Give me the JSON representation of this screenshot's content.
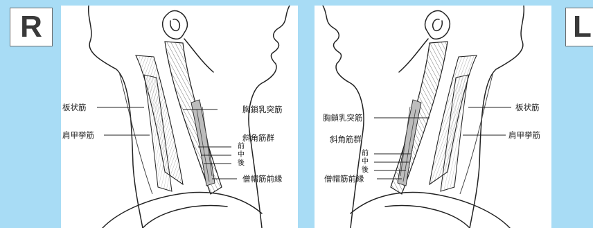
{
  "badges": {
    "right": "R",
    "left": "L"
  },
  "right_view": {
    "labels": {
      "splenius": "板状筋",
      "levator": "肩甲挙筋",
      "scm": "胸鎖乳突筋",
      "scalene_group": "斜角筋群",
      "anterior": "前",
      "middle": "中",
      "posterior": "後",
      "trapezius": "僧帽筋前縁"
    }
  },
  "left_view": {
    "labels": {
      "scm": "胸鎖乳突筋",
      "scalene_group": "斜角筋群",
      "anterior": "前",
      "middle": "中",
      "posterior": "後",
      "trapezius": "僧帽筋前縁",
      "splenius": "板状筋",
      "levator": "肩甲挙筋"
    }
  },
  "colors": {
    "background": "#a8dcf5",
    "panel": "#ffffff",
    "ink": "#222222",
    "scalene_fill": "#bdbdbd"
  }
}
